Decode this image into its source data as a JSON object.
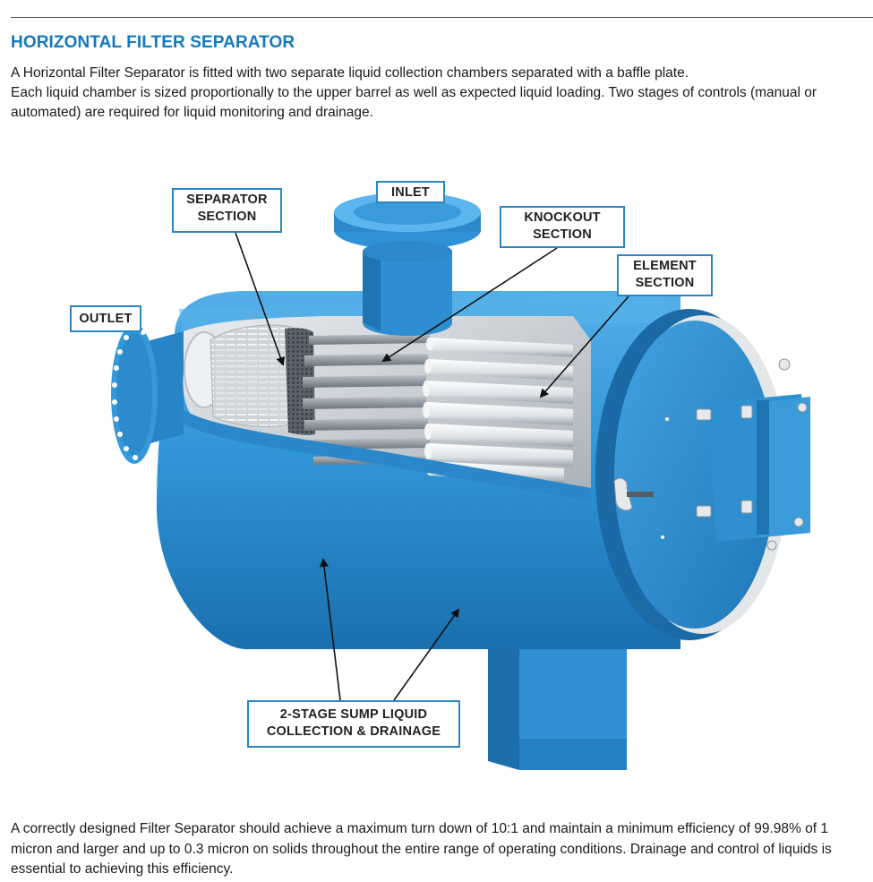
{
  "page": {
    "title": "HORIZONTAL FILTER SEPARATOR",
    "intro_lines": [
      "A Horizontal Filter Separator is fitted with two separate liquid collection chambers separated with a baffle plate.",
      "Each liquid chamber is sized proportionally to the upper barrel as well as expected liquid loading. Two stages of controls (manual or automated) are required for liquid monitoring and drainage."
    ],
    "footer": "A correctly designed Filter Separator should achieve a maximum turn down of 10:1 and maintain a minimum efficiency of 99.98% of 1 micron and larger and up to 0.3 micron on solids throughout the entire range of operating conditions. Drainage and control of liquids is essential to achieving this efficiency."
  },
  "labels": {
    "inlet": "INLET",
    "separator_1": "SEPARATOR",
    "separator_2": "SECTION",
    "knockout_1": "KNOCKOUT",
    "knockout_2": "SECTION",
    "element_1": "ELEMENT",
    "element_2": "SECTION",
    "outlet": "OUTLET",
    "sump_1": "2-STAGE SUMP LIQUID",
    "sump_2": "COLLECTION & DRAINAGE"
  },
  "colors": {
    "vessel_blue": "#2f8fd2",
    "vessel_dark": "#1c6eaa",
    "label_border": "#2a86c2",
    "title_blue": "#1479bd"
  }
}
